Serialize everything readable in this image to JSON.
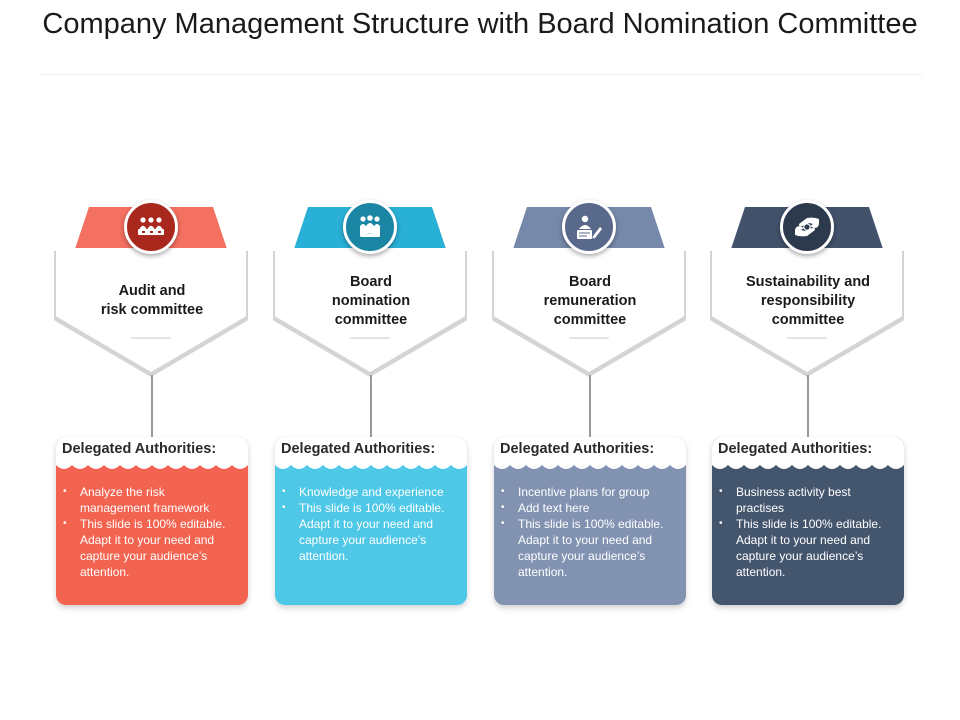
{
  "title": "Company Management Structure with Board Nomination Committee",
  "header_label": "Delegated Authorities:",
  "committees": [
    {
      "name": "Audit and\nrisk committee",
      "icon": "audit-meeting-icon",
      "tab_color": "#f47060",
      "circle_color": "#a8281d",
      "card_color": "#f26350",
      "bullets": [
        "Analyze the risk management framework",
        "This slide is 100% editable. Adapt it to your need and capture your audience’s attention."
      ]
    },
    {
      "name": "Board\nnomination\ncommittee",
      "icon": "board-group-icon",
      "tab_color": "#29b0d6",
      "circle_color": "#1a86a3",
      "card_color": "#4ec8e6",
      "bullets": [
        "Knowledge and experience",
        "This slide is 100% editable. Adapt it to your need and capture your audience’s attention."
      ]
    },
    {
      "name": "Board\nremuneration\ncommittee",
      "icon": "remuneration-payroll-icon",
      "tab_color": "#7689aa",
      "circle_color": "#59698b",
      "card_color": "#8293b2",
      "bullets": [
        "Incentive  plans for group",
        "Add text here",
        "This slide is 100% editable. Adapt it to your need and capture your audience’s attention."
      ]
    },
    {
      "name": "Sustainability and\nresponsibility\ncommittee",
      "icon": "sustainability-hands-icon",
      "tab_color": "#42526b",
      "circle_color": "#2d3a4e",
      "card_color": "#44556e",
      "bullets": [
        "Business activity best practises",
        "This slide is 100% editable. Adapt it to your need and capture your audience’s attention."
      ]
    }
  ]
}
